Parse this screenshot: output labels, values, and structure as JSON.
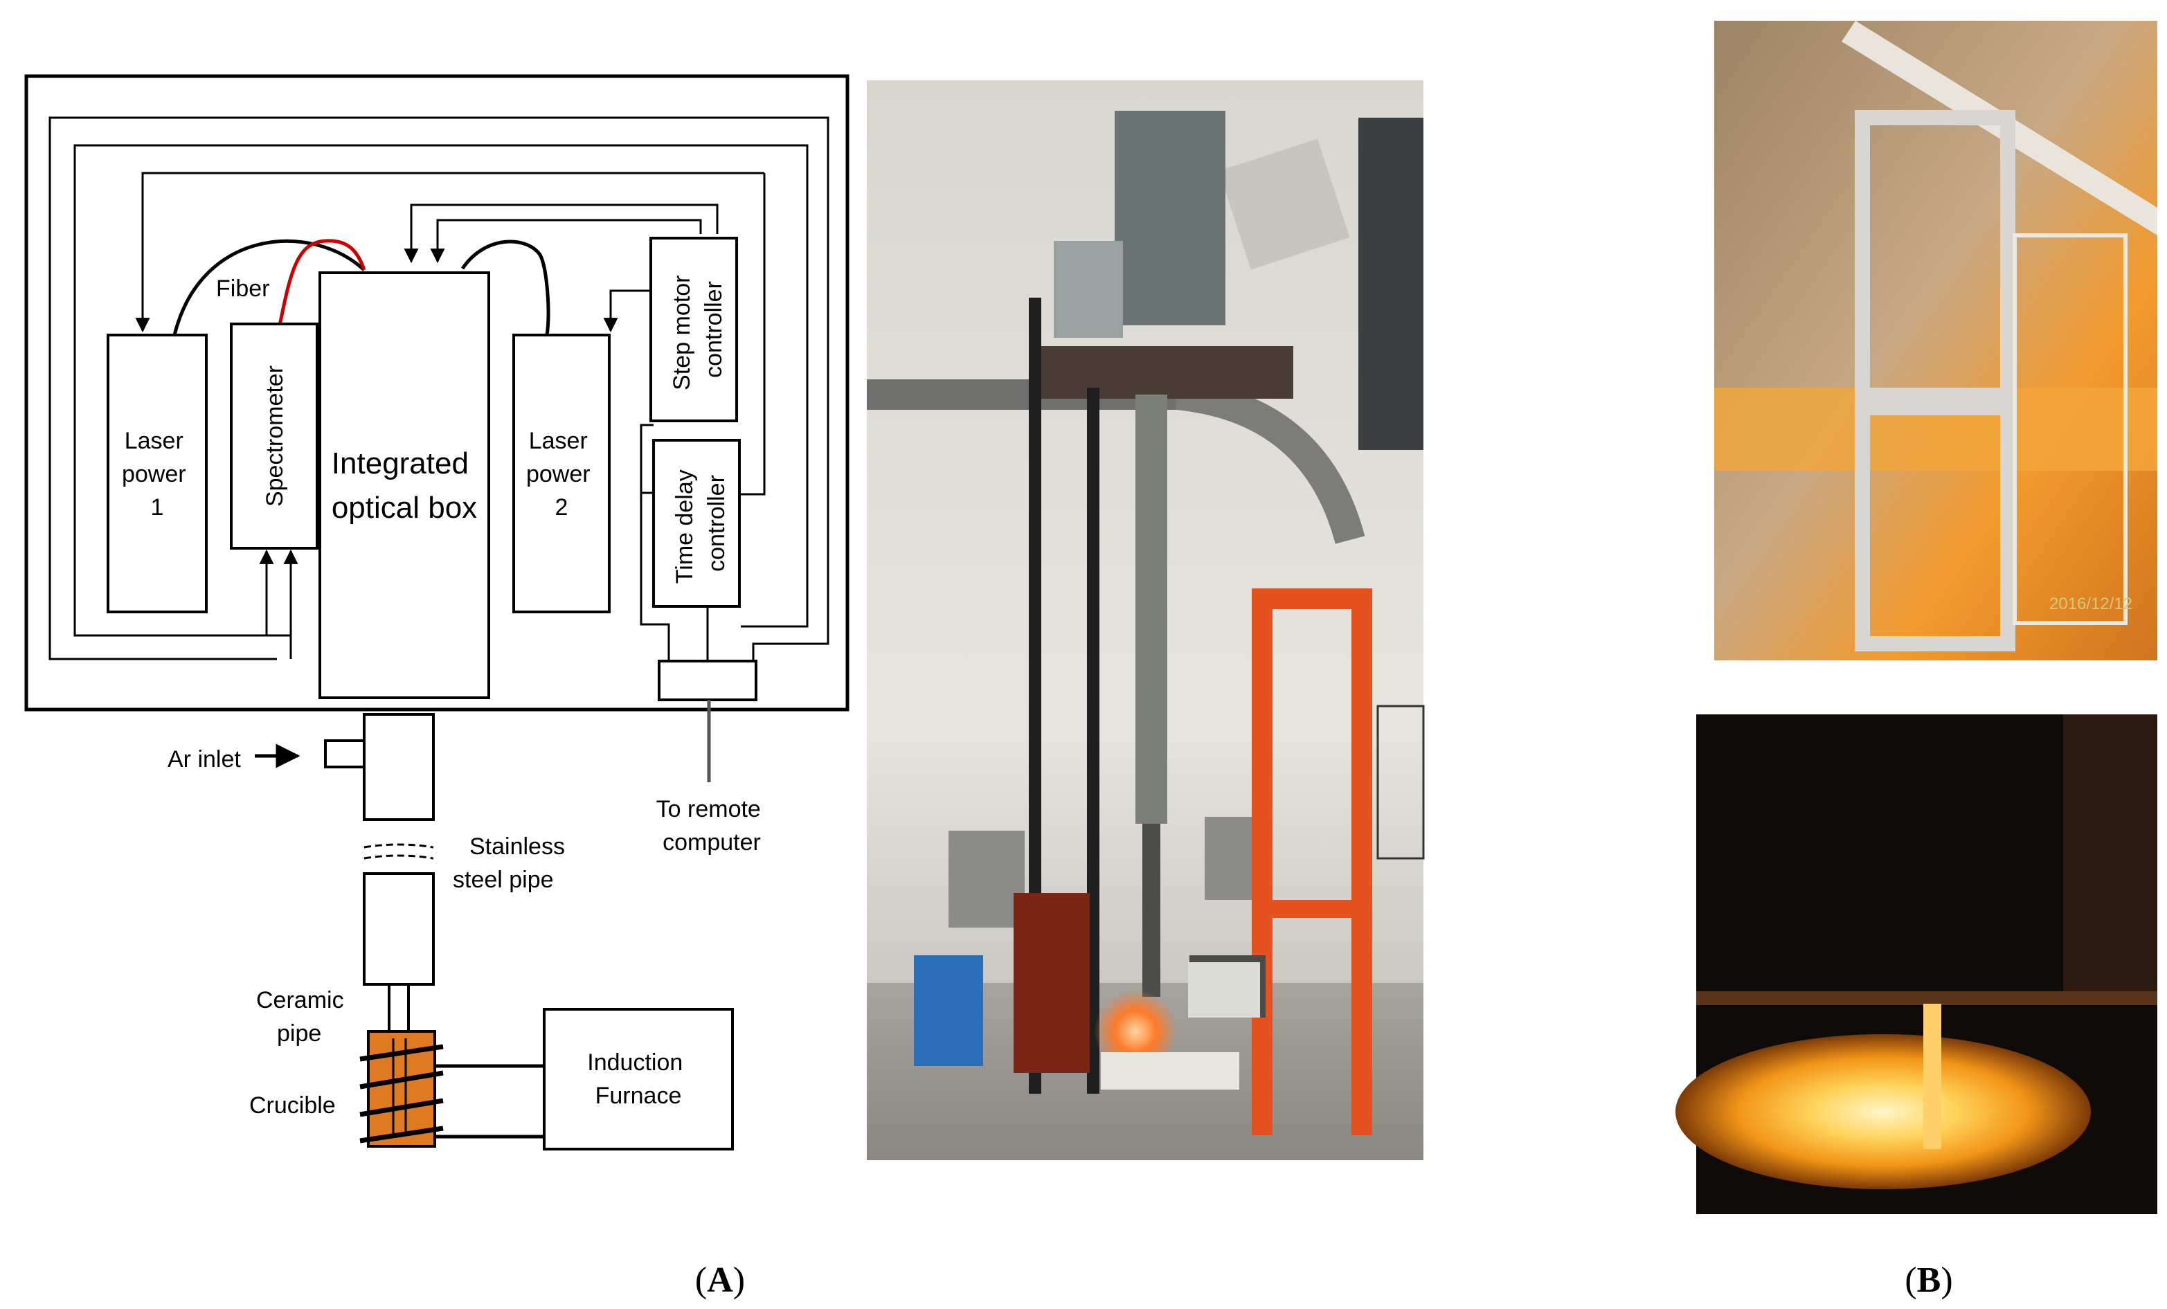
{
  "schematic": {
    "laser_power_1": [
      "Laser",
      "power",
      "1"
    ],
    "spectrometer": "Spectrometer",
    "optical_box": [
      "Integrated",
      "optical box"
    ],
    "laser_power_2": [
      "Laser",
      "power",
      "2"
    ],
    "step_motor": [
      "Step motor",
      "controller"
    ],
    "time_delay": [
      "Time delay",
      "controller"
    ],
    "fiber": "Fiber",
    "ar_inlet": "Ar inlet",
    "remote": [
      "To remote",
      "computer"
    ],
    "pipe": [
      "Stainless",
      "steel pipe"
    ],
    "ceramic": [
      "Ceramic",
      "pipe"
    ],
    "crucible": "Crucible",
    "furnace": [
      "Induction",
      "Furnace"
    ]
  },
  "photo_date": "2016/12/12",
  "captions": {
    "a": "A",
    "b": "B"
  },
  "colors": {
    "fiber": "#cc0000",
    "crucible": "#e07a22",
    "molten": "#ffb21f",
    "furnace_red": "#ff5a1e"
  }
}
